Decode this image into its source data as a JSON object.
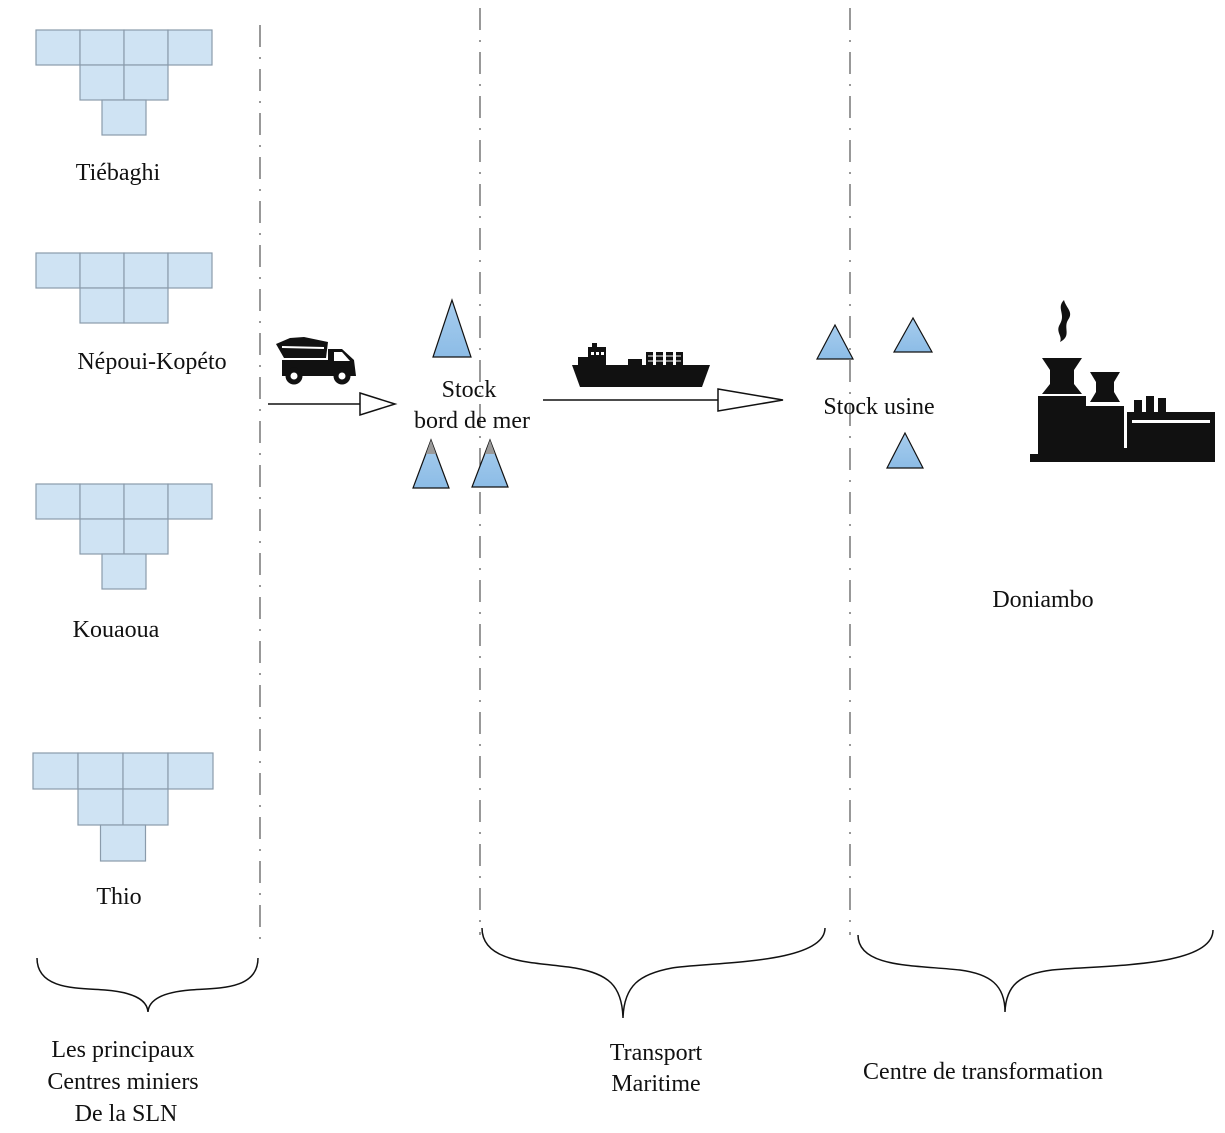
{
  "mines": [
    {
      "name": "Tiébaghi",
      "rows": [
        4,
        2,
        1
      ]
    },
    {
      "name": "Népoui-Kopéto",
      "rows": [
        4,
        2
      ]
    },
    {
      "name": "Kouaoua",
      "rows": [
        4,
        2,
        1
      ]
    },
    {
      "name": "Thio",
      "rows": [
        4,
        2,
        1
      ]
    }
  ],
  "stock_bord_de_mer": {
    "line1": "Stock",
    "line2": "bord de mer"
  },
  "stock_usine": "Stock usine",
  "doniambo": "Doniambo",
  "sections": {
    "mines": [
      "Les principaux",
      "Centres miniers",
      "De la SLN"
    ],
    "transport": [
      "Transport",
      "Maritime"
    ],
    "transformation": "Centre de transformation"
  },
  "icons": {
    "truck": "dump-truck-icon",
    "ship": "cargo-ship-icon",
    "factory": "factory-icon",
    "stockpile": "stockpile-icon"
  },
  "colors": {
    "cell_fill": "#cfe3f3",
    "cell_stroke": "#8a9bab",
    "stock_fill": "#a7cdee",
    "stock_top": "#9a9a9a",
    "line": "#111111",
    "divider": "#555555"
  }
}
